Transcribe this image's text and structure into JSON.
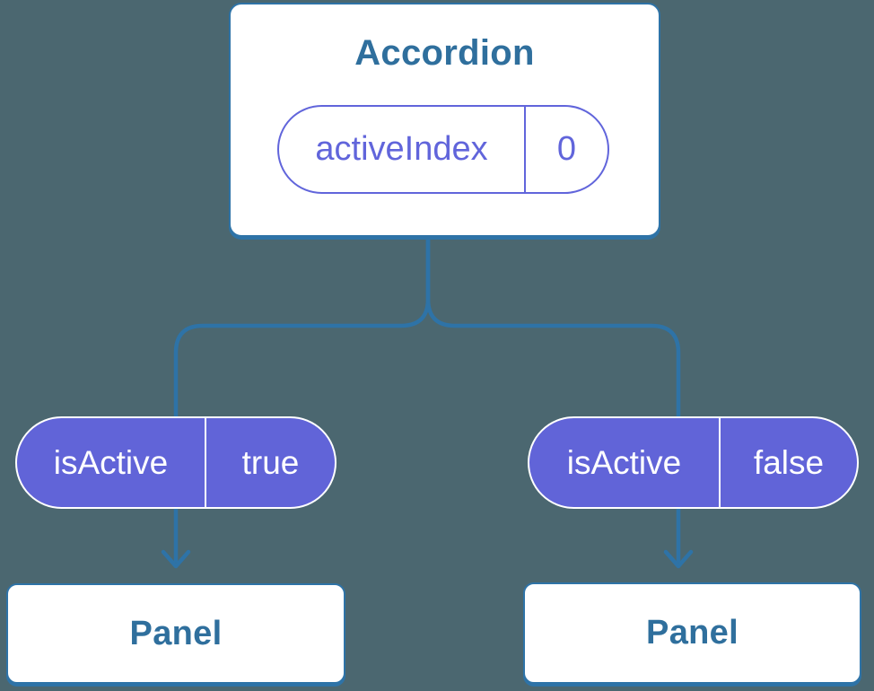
{
  "colors": {
    "background": "#4B6770",
    "line_blue": "#2E73A7",
    "node_text_blue": "#2F6F9D",
    "pill_purple": "#6164D8",
    "pill_text_white": "#FFFFFF",
    "card_background": "#FFFFFF"
  },
  "tree": {
    "root": {
      "title": "Accordion",
      "state_pill": {
        "name": "activeIndex",
        "value": "0"
      }
    },
    "children": [
      {
        "prop_pill": {
          "name": "isActive",
          "value": "true"
        },
        "node": {
          "title": "Panel"
        }
      },
      {
        "prop_pill": {
          "name": "isActive",
          "value": "false"
        },
        "node": {
          "title": "Panel"
        }
      }
    ]
  }
}
